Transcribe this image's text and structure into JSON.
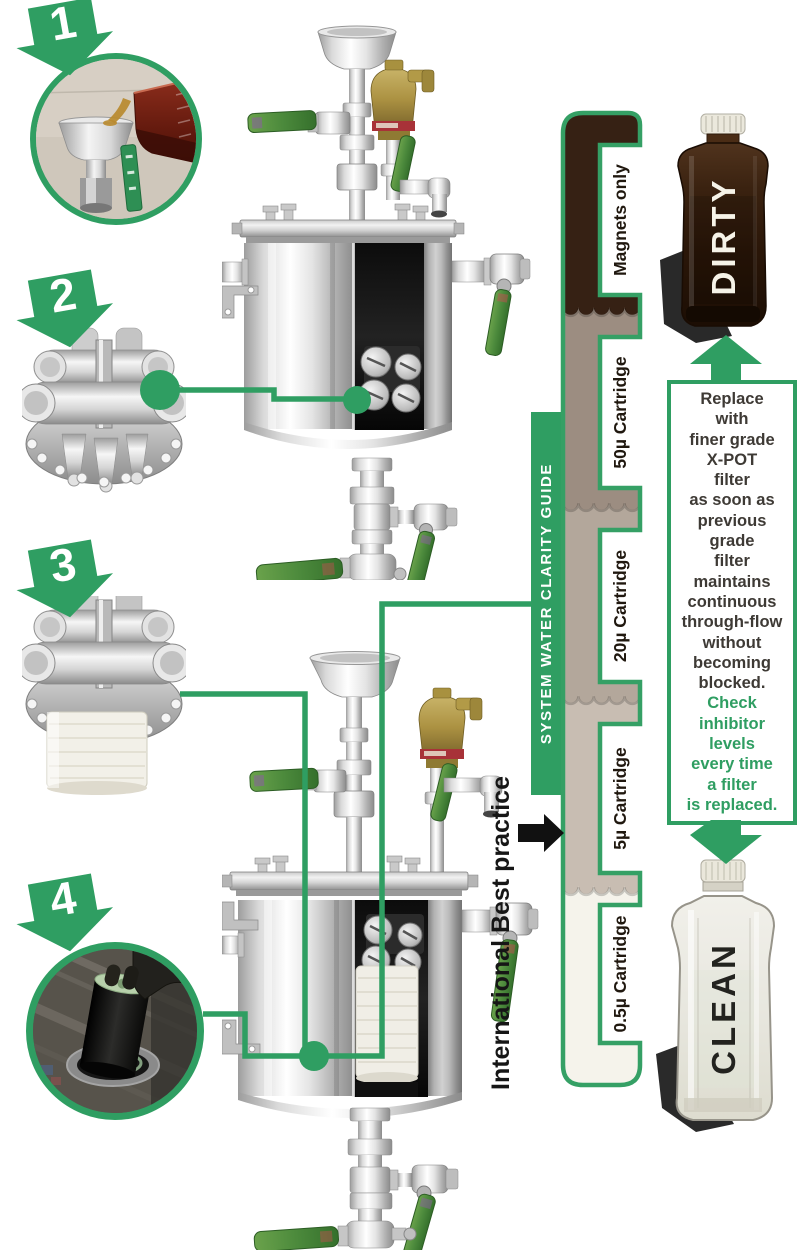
{
  "steps": [
    {
      "number": "1"
    },
    {
      "number": "2"
    },
    {
      "number": "3"
    },
    {
      "number": "4"
    }
  ],
  "clarity_guide": {
    "title": "SYSTEM WATER CLARITY GUIDE",
    "stages": [
      {
        "label": "Magnets only",
        "color": "#362114"
      },
      {
        "label": "50µ Cartridge",
        "color": "#9c8d81"
      },
      {
        "label": "20µ Cartridge",
        "color": "#b3a79b"
      },
      {
        "label": "5µ Cartridge",
        "color": "#c8bdb2"
      },
      {
        "label": "0.5µ Cartridge",
        "color": "#f5f3eb"
      }
    ],
    "label_color": "#20180f",
    "border_color": "#35a065"
  },
  "best_practice": {
    "label": "International Best practice"
  },
  "replace_box": {
    "lines": [
      {
        "text": "Replace",
        "color": "dark"
      },
      {
        "text": "with",
        "color": "dark"
      },
      {
        "text": "finer grade",
        "color": "dark"
      },
      {
        "text": "X-POT",
        "color": "dark"
      },
      {
        "text": "filter",
        "color": "dark"
      },
      {
        "text": "as soon as",
        "color": "dark"
      },
      {
        "text": "previous",
        "color": "dark"
      },
      {
        "text": "grade",
        "color": "dark"
      },
      {
        "text": "filter",
        "color": "dark"
      },
      {
        "text": "maintains",
        "color": "dark"
      },
      {
        "text": "continuous",
        "color": "dark"
      },
      {
        "text": "through-flow",
        "color": "dark"
      },
      {
        "text": "without",
        "color": "dark"
      },
      {
        "text": "becoming",
        "color": "dark"
      },
      {
        "text": "blocked.",
        "color": "dark"
      },
      {
        "text": "Check",
        "color": "green"
      },
      {
        "text": "inhibitor",
        "color": "green"
      },
      {
        "text": "levels",
        "color": "green"
      },
      {
        "text": "every time",
        "color": "green"
      },
      {
        "text": "a filter",
        "color": "green"
      },
      {
        "text": "is replaced.",
        "color": "green"
      }
    ]
  },
  "bottles": {
    "dirty_label": "DIRTY",
    "clean_label": "CLEAN"
  },
  "colors": {
    "accent_green": "#2f9e62",
    "arrow_black": "#111111"
  }
}
